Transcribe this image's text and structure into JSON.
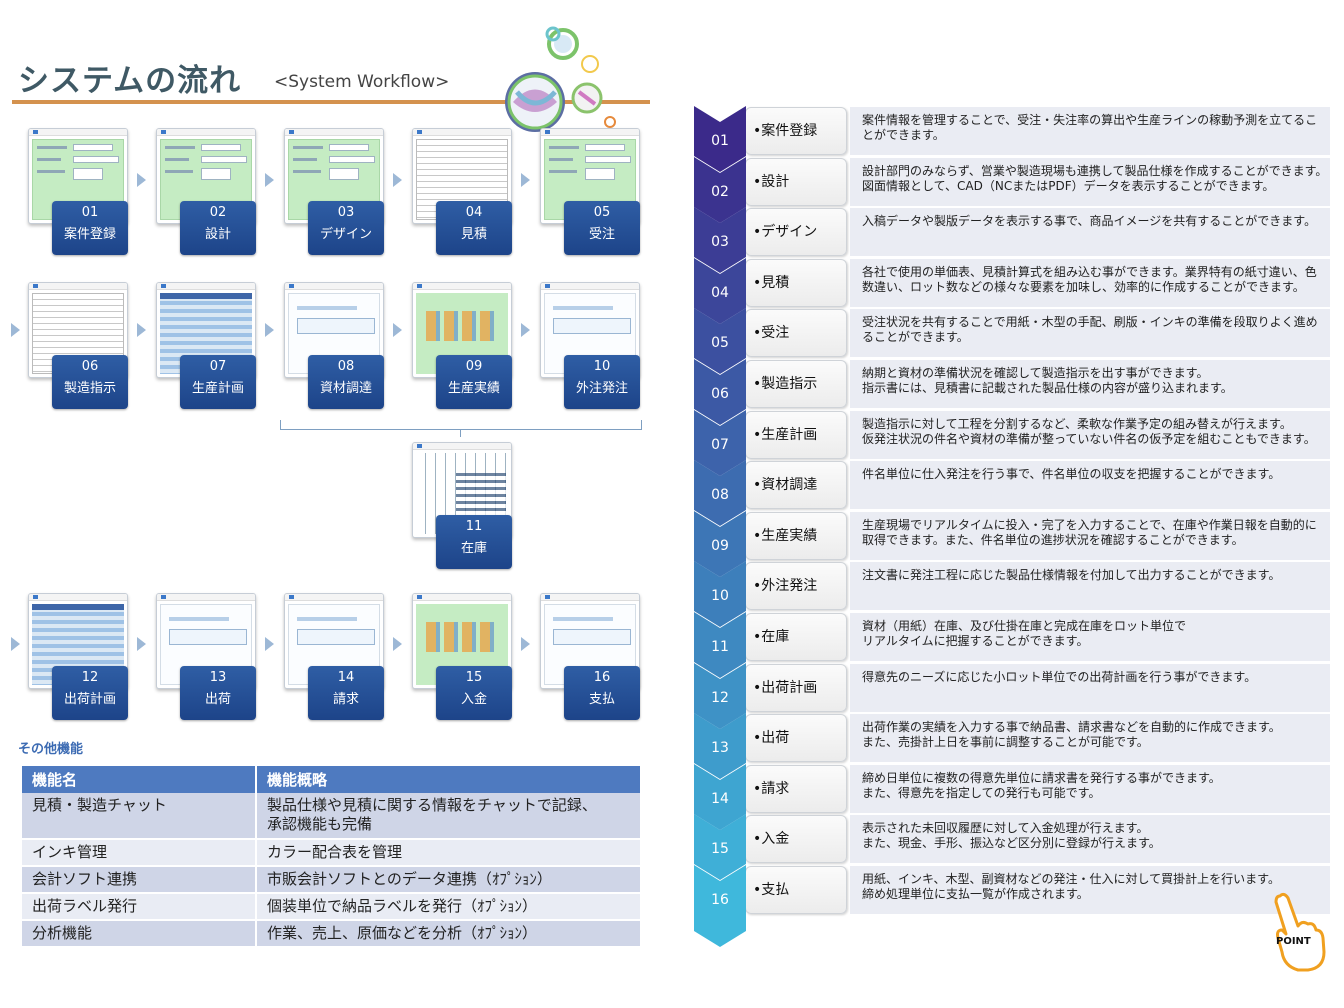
{
  "header": {
    "title": "システムの流れ",
    "subtitle": "<System Workflow>"
  },
  "workflow": [
    {
      "num": "01",
      "label": "案件登録",
      "style": "green"
    },
    {
      "num": "02",
      "label": "設計",
      "style": "green"
    },
    {
      "num": "03",
      "label": "デザイン",
      "style": "green"
    },
    {
      "num": "04",
      "label": "見積",
      "style": "doc"
    },
    {
      "num": "05",
      "label": "受注",
      "style": "green"
    },
    {
      "num": "06",
      "label": "製造指示",
      "style": "doc"
    },
    {
      "num": "07",
      "label": "生産計画",
      "style": "table"
    },
    {
      "num": "08",
      "label": "資材調達",
      "style": "white"
    },
    {
      "num": "09",
      "label": "生産実績",
      "style": "gantt"
    },
    {
      "num": "10",
      "label": "外注発注",
      "style": "white"
    },
    {
      "num": "11",
      "label": "在庫",
      "style": "grid"
    },
    {
      "num": "12",
      "label": "出荷計画",
      "style": "table"
    },
    {
      "num": "13",
      "label": "出荷",
      "style": "white"
    },
    {
      "num": "14",
      "label": "請求",
      "style": "white"
    },
    {
      "num": "15",
      "label": "入金",
      "style": "gantt"
    },
    {
      "num": "16",
      "label": "支払",
      "style": "white"
    }
  ],
  "other": {
    "title": "その他機能",
    "headers": [
      "機能名",
      "機能概略"
    ],
    "rows": [
      {
        "name": "見積・製造チャット",
        "desc": [
          "製品仕様や見積に関する情報をチャットで記録、",
          "承認機能も完備"
        ]
      },
      {
        "name": "インキ管理",
        "desc": [
          "カラー配合表を管理"
        ]
      },
      {
        "name": "会計ソフト連携",
        "desc": [
          "市販会計ソフトとのデータ連携（ｵﾌﾟｼｮﾝ）"
        ]
      },
      {
        "name": "出荷ラベル発行",
        "desc": [
          "個装単位で納品ラベルを発行（ｵﾌﾟｼｮﾝ）"
        ]
      },
      {
        "name": "分析機能",
        "desc": [
          "作業、売上、原価などを分析（ｵﾌﾟｼｮﾝ）"
        ]
      }
    ]
  },
  "list": [
    {
      "num": "01",
      "name": "•案件登録",
      "desc": [
        "案件情報を管理することで、受注・失注率の算出や生産ラインの稼動予測を立てるこ",
        "とができます。"
      ]
    },
    {
      "num": "02",
      "name": "•設計",
      "desc": [
        "設計部門のみならず、営業や製造現場も連携して製品仕様を作成することができます。",
        "図面情報として、CAD（NCまたはPDF）データを表示することができます。"
      ]
    },
    {
      "num": "03",
      "name": "•デザイン",
      "desc": [
        "入稿データや製版データを表示する事で、商品イメージを共有することができます。"
      ]
    },
    {
      "num": "04",
      "name": "•見積",
      "desc": [
        "各社で使用の単価表、見積計算式を組み込む事ができます。業界特有の紙寸違い、色",
        "数違い、ロット数などの様々な要素を加味し、効率的に作成することができます。"
      ]
    },
    {
      "num": "05",
      "name": "•受注",
      "desc": [
        "受注状況を共有することで用紙・木型の手配、刷版・インキの準備を段取りよく進め",
        "ることができます。"
      ]
    },
    {
      "num": "06",
      "name": "•製造指示",
      "desc": [
        "納期と資材の準備状況を確認して製造指示を出す事ができます。",
        "指示書には、見積書に記載された製品仕様の内容が盛り込まれます。"
      ]
    },
    {
      "num": "07",
      "name": "•生産計画",
      "desc": [
        "製造指示に対して工程を分割するなど、柔軟な作業予定の組み替えが行えます。",
        "仮発注状況の件名や資材の準備が整っていない件名の仮予定を組むこともできます。"
      ]
    },
    {
      "num": "08",
      "name": "•資材調達",
      "desc": [
        "件名単位に仕入発注を行う事で、件名単位の収支を把握することができます。"
      ]
    },
    {
      "num": "09",
      "name": "•生産実績",
      "desc": [
        "生産現場でリアルタイムに投入・完了を入力することで、在庫や作業日報を自動的に",
        "取得できます。また、件名単位の進捗状況を確認することができます。"
      ]
    },
    {
      "num": "10",
      "name": "•外注発注",
      "desc": [
        "注文書に発注工程に応じた製品仕様情報を付加して出力することができます。"
      ]
    },
    {
      "num": "11",
      "name": "•在庫",
      "desc": [
        "資材（用紙）在庫、及び仕掛在庫と完成在庫をロット単位で",
        "リアルタイムに把握することができます。"
      ]
    },
    {
      "num": "12",
      "name": "•出荷計画",
      "desc": [
        "得意先のニーズに応じた小ロット単位での出荷計画を行う事ができます。"
      ]
    },
    {
      "num": "13",
      "name": "•出荷",
      "desc": [
        "出荷作業の実績を入力する事で納品書、請求書などを自動的に作成できます。",
        "また、売掛計上日を事前に調整することが可能です。"
      ]
    },
    {
      "num": "14",
      "name": "•請求",
      "desc": [
        "締め日単位に複数の得意先単位に請求書を発行する事ができます。",
        "また、得意先を指定しての発行も可能です。"
      ]
    },
    {
      "num": "15",
      "name": "•入金",
      "desc": [
        "表示された未回収履歴に対して入金処理が行えます。",
        "また、現金、手形、振込など区分別に登録が行えます。"
      ]
    },
    {
      "num": "16",
      "name": "•支払",
      "desc": [
        "用紙、インキ、木型、副資材などの発注・仕入に対して買掛計上を行います。",
        "締め処理単位に支払一覧が作成されます。"
      ]
    }
  ],
  "point_label": "POINT",
  "colors": {
    "title": "#3f5965",
    "title_line": "#d4924e",
    "badge": "#1d4489",
    "table_header": "#4e7ac0",
    "chevron_top": "#3b2a8a",
    "chevron_bottom": "#3fb8dc"
  }
}
